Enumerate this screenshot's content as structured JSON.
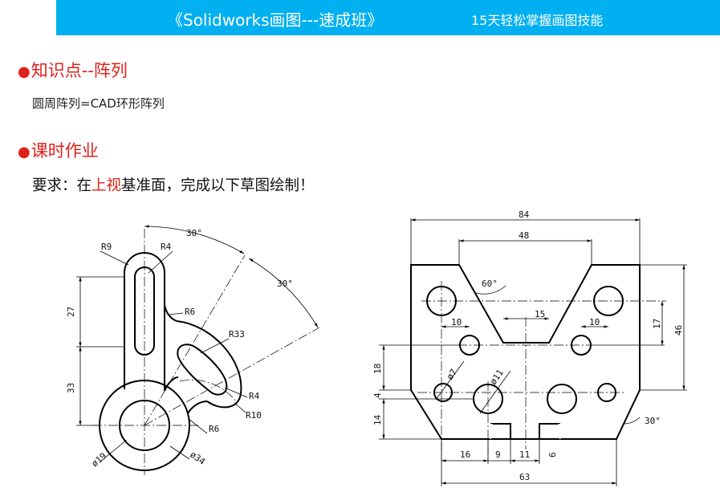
{
  "header": {
    "title": "《Solidworks画图---速成班》",
    "subtitle": "15天轻松掌握画图技能",
    "background_color": "#00b0f0"
  },
  "section1": {
    "bullet": "●",
    "heading": "知识点--阵列",
    "text": "圆周阵列=CAD环形阵列"
  },
  "section2": {
    "bullet": "●",
    "heading": "课时作业",
    "requirement_prefix": "要求：在",
    "requirement_highlight": "上视",
    "requirement_suffix": "基准面，完成以下草图绘制！"
  },
  "drawing_left": {
    "labels": {
      "r9": "R9",
      "r4_top": "R4",
      "r6_top": "R6",
      "r33": "R33",
      "r4_bottom": "R4",
      "r10": "R10",
      "r6_bottom": "R6",
      "dim_27": "27",
      "dim_33": "33",
      "angle_30_top": "30°",
      "angle_30_side": "30°",
      "dia_19": "ø19",
      "dia_34": "ø34"
    }
  },
  "drawing_right": {
    "labels": {
      "dim_84": "84",
      "dim_48": "48",
      "angle_60": "60°",
      "dim_15": "15",
      "dim_10_left": "10",
      "dim_10_right": "10",
      "dim_17": "17",
      "dim_46": "46",
      "dim_18": "18",
      "dim_4": "4",
      "dim_14": "14",
      "dia_7": "ø7",
      "dia_11": "ø11",
      "angle_30": "30°",
      "dim_16": "16",
      "dim_9": "9",
      "dim_11": "11",
      "dim_6": "6",
      "dim_63": "63"
    }
  },
  "colors": {
    "accent_red": "#e0201a",
    "banner": "#00b0f0"
  }
}
